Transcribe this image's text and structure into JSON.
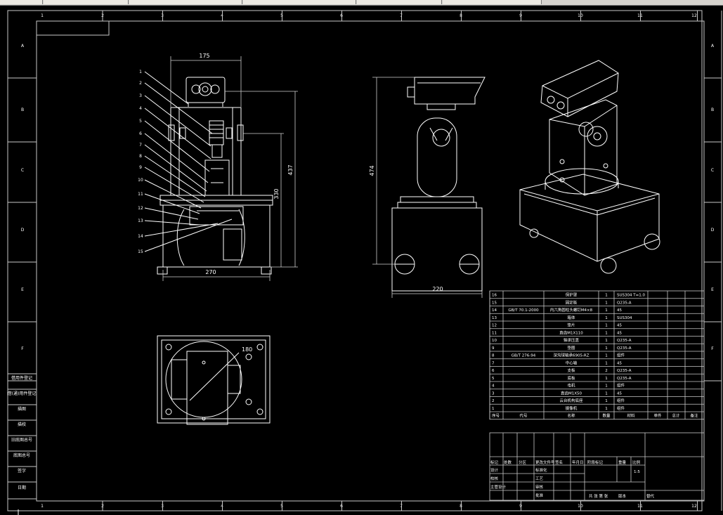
{
  "colors": {
    "background": "#000000",
    "line": "#ffffff",
    "frame": "#c8c8c8",
    "dim": "#cfcfcf"
  },
  "grid": {
    "columns": [
      "1",
      "2",
      "3",
      "4",
      "5",
      "6",
      "7",
      "8",
      "9",
      "10",
      "11",
      "12"
    ],
    "rows": [
      "A",
      "B",
      "C",
      "D",
      "E",
      "F"
    ]
  },
  "dimensions": {
    "front_width_top": "175",
    "front_height_total": "437",
    "front_height_mid": "330",
    "front_base_width": "270",
    "side_height": "474",
    "side_base_width": "220",
    "top_view_angle": "180"
  },
  "balloons": [
    "1",
    "2",
    "3",
    "4",
    "5",
    "6",
    "7",
    "8",
    "9",
    "10",
    "11",
    "12",
    "13",
    "14",
    "15"
  ],
  "left_strip": [
    "借用件登记",
    "借(通)用件登记",
    "描图",
    "描校",
    "旧底图总号",
    "底图总号",
    "签字",
    "日期"
  ],
  "bom": {
    "rows": [
      {
        "no": "16",
        "code": "",
        "name": "保护罩",
        "qty": "1",
        "material": "SUS304 T=1.0"
      },
      {
        "no": "15",
        "code": "",
        "name": "固定板",
        "qty": "1",
        "material": "Q235-A"
      },
      {
        "no": "14",
        "code": "GB/T 70.1-2000",
        "name": "内六角圆柱头螺钉M4×8",
        "qty": "1",
        "material": "45"
      },
      {
        "no": "13",
        "code": "",
        "name": "箱体",
        "qty": "1",
        "material": "SUS304"
      },
      {
        "no": "12",
        "code": "",
        "name": "垫片",
        "qty": "1",
        "material": "45"
      },
      {
        "no": "11",
        "code": "",
        "name": "直齿M1X110",
        "qty": "1",
        "material": "45"
      },
      {
        "no": "10",
        "code": "",
        "name": "轴承压盖",
        "qty": "1",
        "material": "Q235-A"
      },
      {
        "no": "9",
        "code": "",
        "name": "垫圈",
        "qty": "1",
        "material": "Q235-A"
      },
      {
        "no": "8",
        "code": "GB/T 276-94",
        "name": "深沟球轴承6905-RZ",
        "qty": "1",
        "material": "组件"
      },
      {
        "no": "7",
        "code": "",
        "name": "中心轴",
        "qty": "1",
        "material": "45"
      },
      {
        "no": "6",
        "code": "",
        "name": "支板",
        "qty": "2",
        "material": "Q235-A"
      },
      {
        "no": "5",
        "code": "",
        "name": "底板",
        "qty": "1",
        "material": "Q235-A"
      },
      {
        "no": "4",
        "code": "",
        "name": "电机",
        "qty": "1",
        "material": "组件"
      },
      {
        "no": "3",
        "code": "",
        "name": "直齿M1X50",
        "qty": "1",
        "material": "45"
      },
      {
        "no": "2",
        "code": "",
        "name": "云台机构底座",
        "qty": "1",
        "material": "组件"
      },
      {
        "no": "1",
        "code": "",
        "name": "摄像机",
        "qty": "1",
        "material": "组件"
      }
    ],
    "headers": {
      "no": "序号",
      "code": "代号",
      "name": "名称",
      "qty": "数量",
      "material": "材料",
      "unit_weight": "单件",
      "total_weight": "总计",
      "note": "备注"
    }
  },
  "title_block": {
    "row1": [
      "标记",
      "处数",
      "分区",
      "更改文件号",
      "签名",
      "年月日"
    ],
    "row2": [
      "设计",
      "",
      "标准化",
      ""
    ],
    "row3": [
      "校核",
      "",
      "工艺",
      ""
    ],
    "row4": [
      "主管设计",
      "",
      "审核",
      ""
    ],
    "row5": [
      "",
      "",
      "批准",
      ""
    ],
    "stage_header": [
      "阶段标记",
      "重量",
      "比例"
    ],
    "scale": "1:5",
    "sheets": "共 张 第 张",
    "version": "版本",
    "replaces": "替代"
  }
}
